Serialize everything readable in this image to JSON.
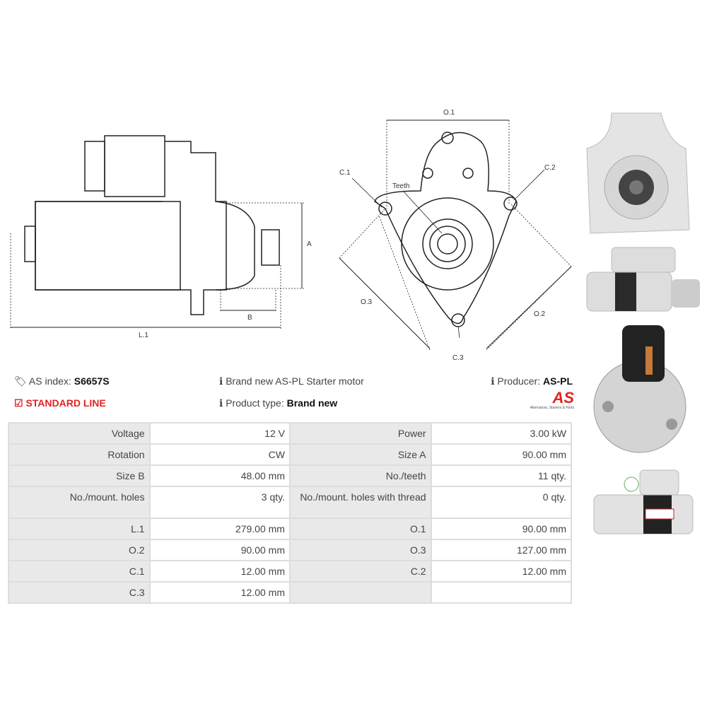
{
  "drawings": {
    "side": {
      "a": "A",
      "b": "B",
      "l1": "L.1"
    },
    "front": {
      "o1": "O.1",
      "o2": "O.2",
      "o3": "O.3",
      "c1": "C.1",
      "c2": "C.2",
      "c3": "C.3",
      "teeth": "Teeth"
    }
  },
  "info": {
    "as_index_label": "AS index:",
    "as_index": "S6657S",
    "standard_line": "STANDARD LINE",
    "description": "Brand new AS-PL Starter motor",
    "product_type_label": "Product type:",
    "product_type": "Brand new",
    "producer_label": "Producer:",
    "producer": "AS-PL",
    "logo_text": "AS",
    "logo_tagline": "Alternators, Starters & Parts"
  },
  "colors": {
    "accent": "#e32222"
  },
  "specs": [
    [
      {
        "label": "Voltage",
        "value": "12 V"
      },
      {
        "label": "Power",
        "value": "3.00 kW"
      }
    ],
    [
      {
        "label": "Rotation",
        "value": "CW"
      },
      {
        "label": "Size A",
        "value": "90.00 mm"
      }
    ],
    [
      {
        "label": "Size B",
        "value": "48.00 mm"
      },
      {
        "label": "No./teeth",
        "value": "11 qty."
      }
    ],
    [
      {
        "label": "No./mount. holes",
        "value": "3 qty."
      },
      {
        "label": "No./mount. holes with thread",
        "value": "0 qty."
      }
    ],
    [
      {
        "label": "L.1",
        "value": "279.00 mm"
      },
      {
        "label": "O.1",
        "value": "90.00 mm"
      }
    ],
    [
      {
        "label": "O.2",
        "value": "90.00 mm"
      },
      {
        "label": "O.3",
        "value": "127.00 mm"
      }
    ],
    [
      {
        "label": "C.1",
        "value": "12.00 mm"
      },
      {
        "label": "C.2",
        "value": "12.00 mm"
      }
    ],
    [
      {
        "label": "C.3",
        "value": "12.00 mm"
      },
      {
        "label": "",
        "value": ""
      }
    ]
  ]
}
